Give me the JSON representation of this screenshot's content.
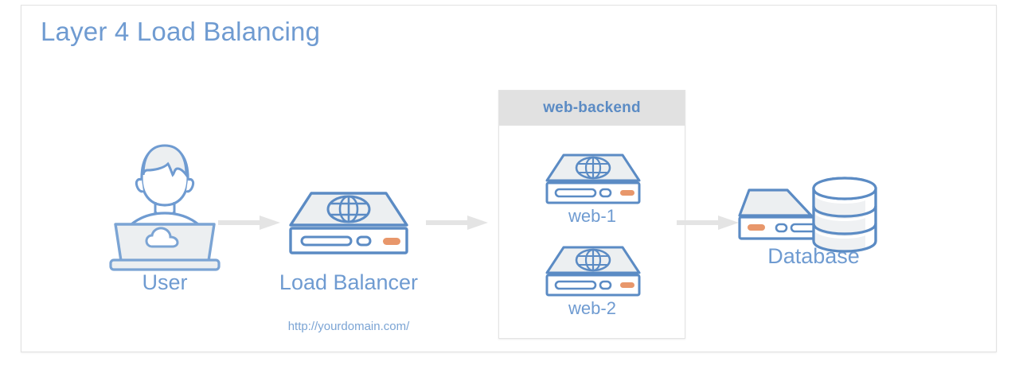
{
  "diagram": {
    "title": "Layer 4 Load Balancing",
    "colors": {
      "title_blue": "#6f9bd1",
      "stroke_blue": "#5b8bc4",
      "fill_light": "#eceff1",
      "accent_orange": "#e8976b",
      "arrow_gray": "#e4e4e4",
      "panel_header_gray": "#e1e1e1",
      "canvas_border": "#e2e2e2"
    },
    "nodes": [
      {
        "id": "user",
        "label": "User",
        "icon": "user-laptop-icon",
        "sublabel": ""
      },
      {
        "id": "load-balancer",
        "label": "Load Balancer",
        "icon": "server-icon",
        "sublabel": "http://yourdomain.com/"
      },
      {
        "id": "database",
        "label": "Database",
        "icon": "database-icon",
        "sublabel": ""
      }
    ],
    "backend_panel": {
      "title": "web-backend",
      "servers": [
        {
          "id": "web-1",
          "label": "web-1",
          "icon": "server-icon"
        },
        {
          "id": "web-2",
          "label": "web-2",
          "icon": "server-icon"
        }
      ]
    },
    "arrows": [
      {
        "id": "user-to-lb",
        "from": "user",
        "to": "load-balancer"
      },
      {
        "id": "lb-to-backend",
        "from": "load-balancer",
        "to": "web-backend"
      },
      {
        "id": "backend-to-db",
        "from": "web-backend",
        "to": "database"
      }
    ]
  }
}
